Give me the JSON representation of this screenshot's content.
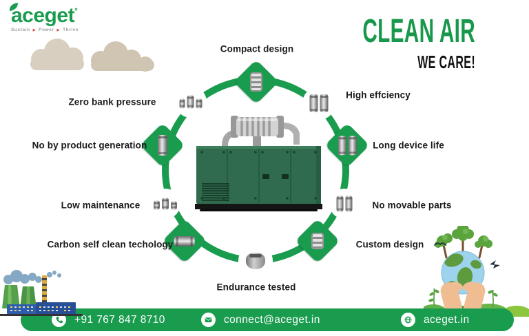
{
  "brand": {
    "name": "aceget",
    "degree_mark": "°",
    "separator": "▶",
    "tagline": [
      "Sustain",
      "Power",
      "Thrive"
    ]
  },
  "headline": {
    "line1": "CLEAN AIR",
    "line2": "WE CARE!"
  },
  "colors": {
    "brand_green": "#1A9C4F",
    "headline_green": "#17984A",
    "text_dark": "#1b1b1b",
    "genset_green": "#2F6B4C",
    "device_gray": "#bdbdbd"
  },
  "diagram": {
    "center_image": "green-generator-with-exhaust-filter",
    "features": [
      {
        "label": "Compact design",
        "icon": "filter-cylinder-icon"
      },
      {
        "label": "High effciency",
        "icon": "twin-cylinders-icon"
      },
      {
        "label": "Long device life",
        "icon": "twin-cylinders-icon"
      },
      {
        "label": "No movable parts",
        "icon": "twin-cylinders-icon"
      },
      {
        "label": "Custom design",
        "icon": "filter-stack-icon"
      },
      {
        "label": "Endurance tested",
        "icon": "round-unit-icon"
      },
      {
        "label": "Carbon self clean techology",
        "icon": "horizontal-cylinder-icon"
      },
      {
        "label": "Low maintenance",
        "icon": "machine-unit-icon"
      },
      {
        "label": "No by product generation",
        "icon": "vertical-cylinder-icon"
      },
      {
        "label": "Zero bank pressure",
        "icon": "machine-unit-icon"
      }
    ]
  },
  "footer": {
    "phone": {
      "icon": "phone-icon",
      "value": "+91 767 847 8710"
    },
    "email": {
      "icon": "envelope-icon",
      "value": "connect@aceget.in"
    },
    "website": {
      "icon": "globe-icon",
      "value": "aceget.in"
    }
  }
}
